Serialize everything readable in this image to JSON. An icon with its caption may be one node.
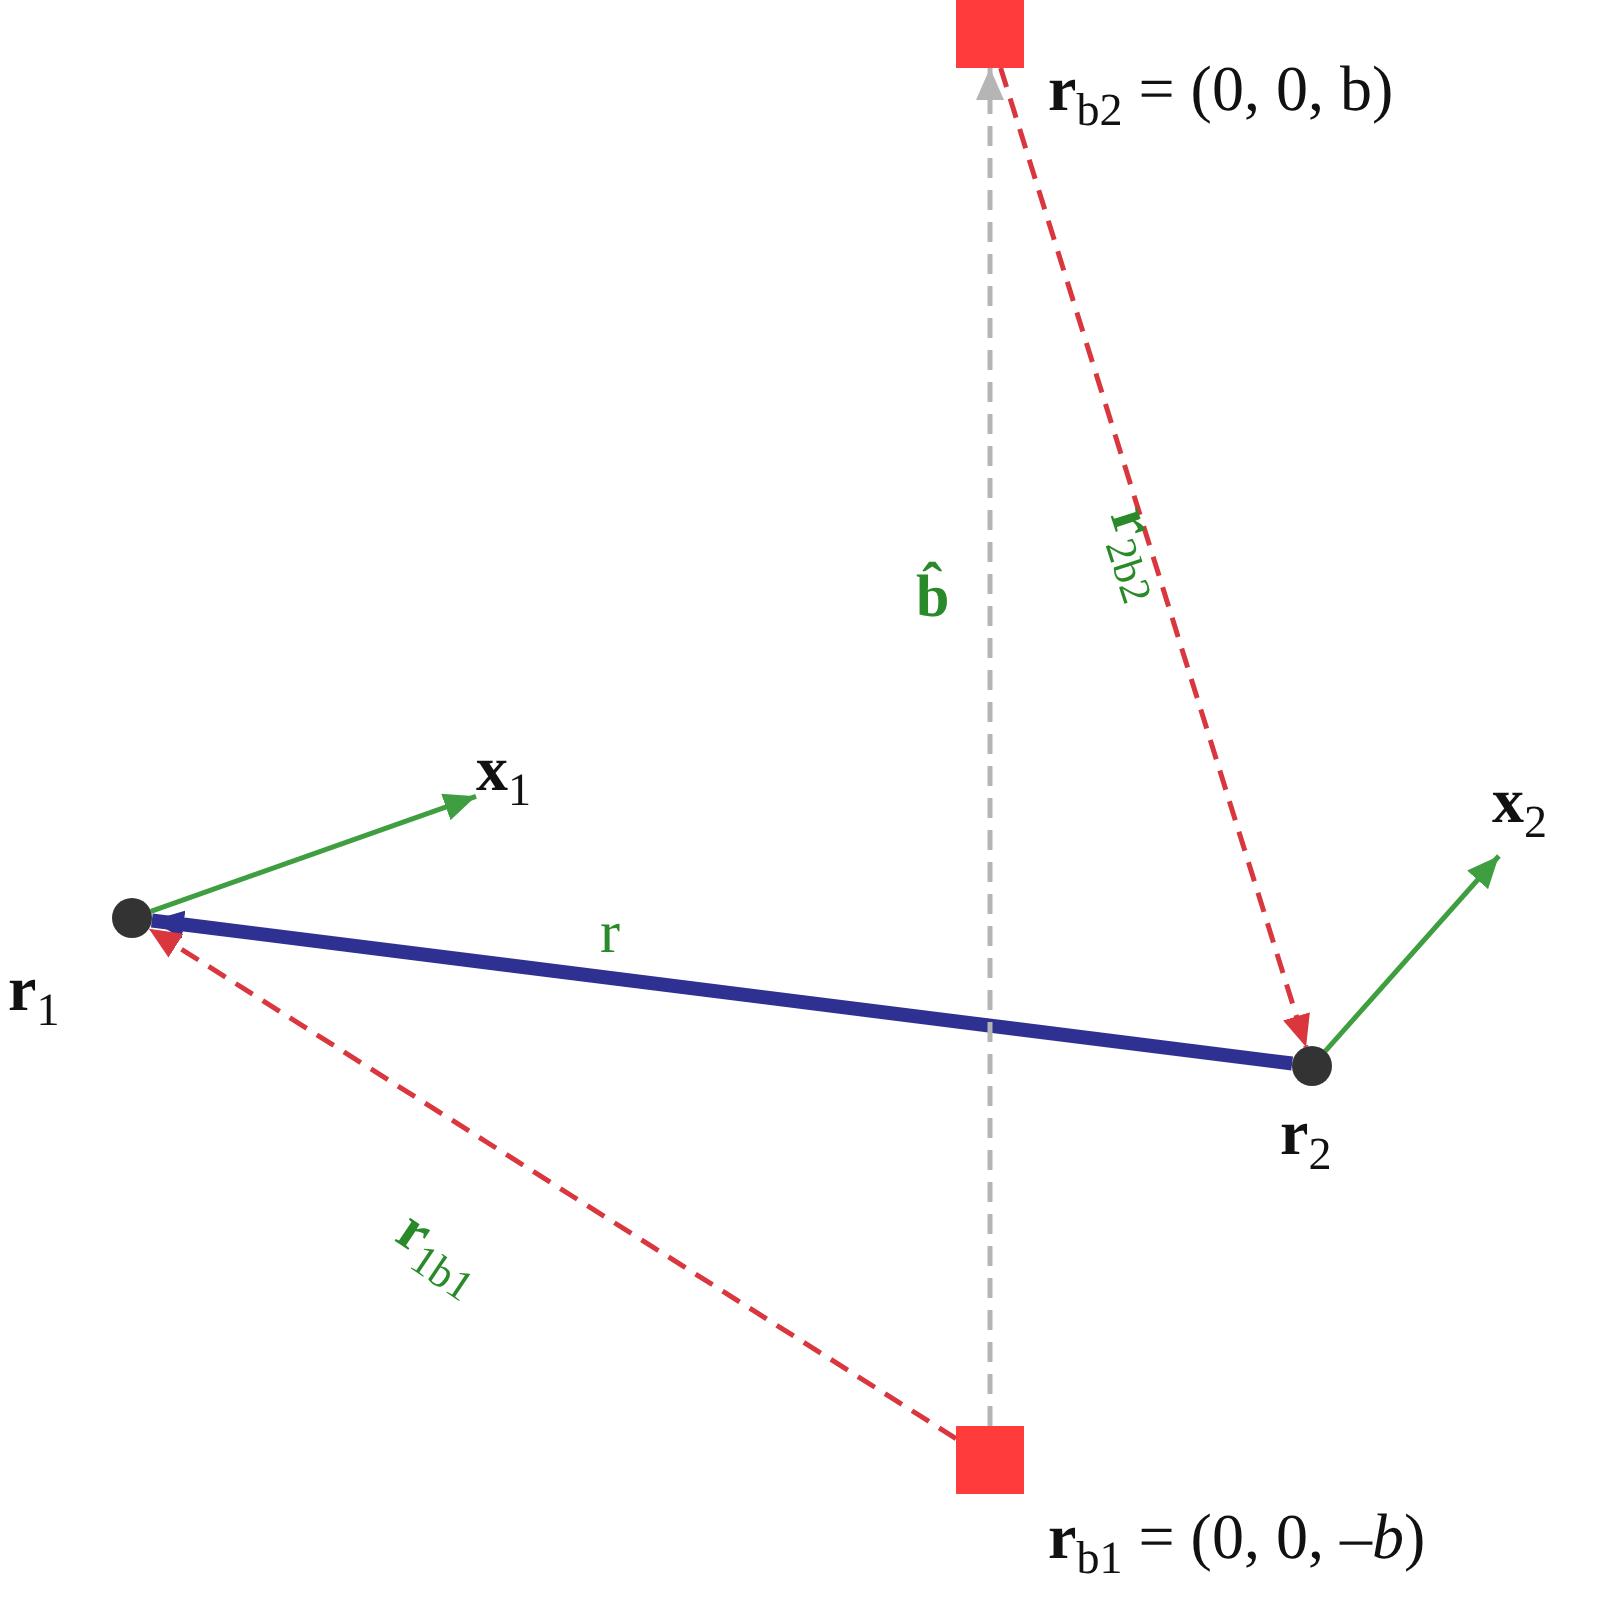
{
  "diagram": {
    "nodes": [
      {
        "text": [],
        "shape": "circle",
        "beside": [
          "**r**$_{1}$"
        ]
      },
      {
        "text": [],
        "shape": "circle",
        "beside": [
          "**r**$_{2}$"
        ]
      },
      {
        "text": [],
        "shape": "box",
        "beside": [
          "**r**$_{b2}$ = (0, 0, b)"
        ]
      },
      {
        "text": [],
        "shape": "box",
        "beside": [
          "**r**$_{b1}$ = (0, 0, *–b*)"
        ]
      },
      {
        "text": [
          "**x**$_{1}$"
        ]
      },
      {
        "text": [
          "**x**$_{2}$"
        ]
      }
    ],
    "edges": [
      {
        "from": 1,
        "to": 0,
        "arrow": "to",
        "label": "r",
        "style": "thick",
        "color": "#2e3192"
      },
      {
        "from": 3,
        "to": 0,
        "arrow": "to",
        "label": "**r**$_{1b1}$",
        "style": "dashed",
        "color": "#d9363e"
      },
      {
        "from": 2,
        "to": 1,
        "arrow": "to",
        "label": "**r**$_{2b2}$",
        "style": "dashed",
        "color": "#d9363e"
      },
      {
        "from": 3,
        "to": 2,
        "arrow": "to",
        "label": "b̂",
        "style": "dashed",
        "color": "#b5b5b5"
      },
      {
        "from": 0,
        "to": 4,
        "arrow": "to",
        "color": "#3f9e3f"
      },
      {
        "from": 1,
        "to": 5,
        "arrow": "to",
        "color": "#3f9e3f"
      }
    ]
  }
}
